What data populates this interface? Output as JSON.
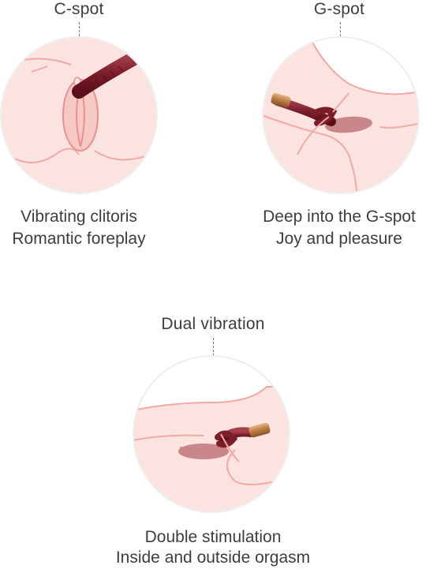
{
  "panels": [
    {
      "label": "C-spot",
      "caption_line1": "Vibrating clitoris",
      "caption_line2": "Romantic foreplay"
    },
    {
      "label": "G-spot",
      "caption_line1": "Deep into the G-spot",
      "caption_line2": "Joy and pleasure"
    },
    {
      "label": "Dual vibration",
      "caption_line1": "Double stimulation",
      "caption_line2": "Inside and outside orgasm"
    }
  ]
}
